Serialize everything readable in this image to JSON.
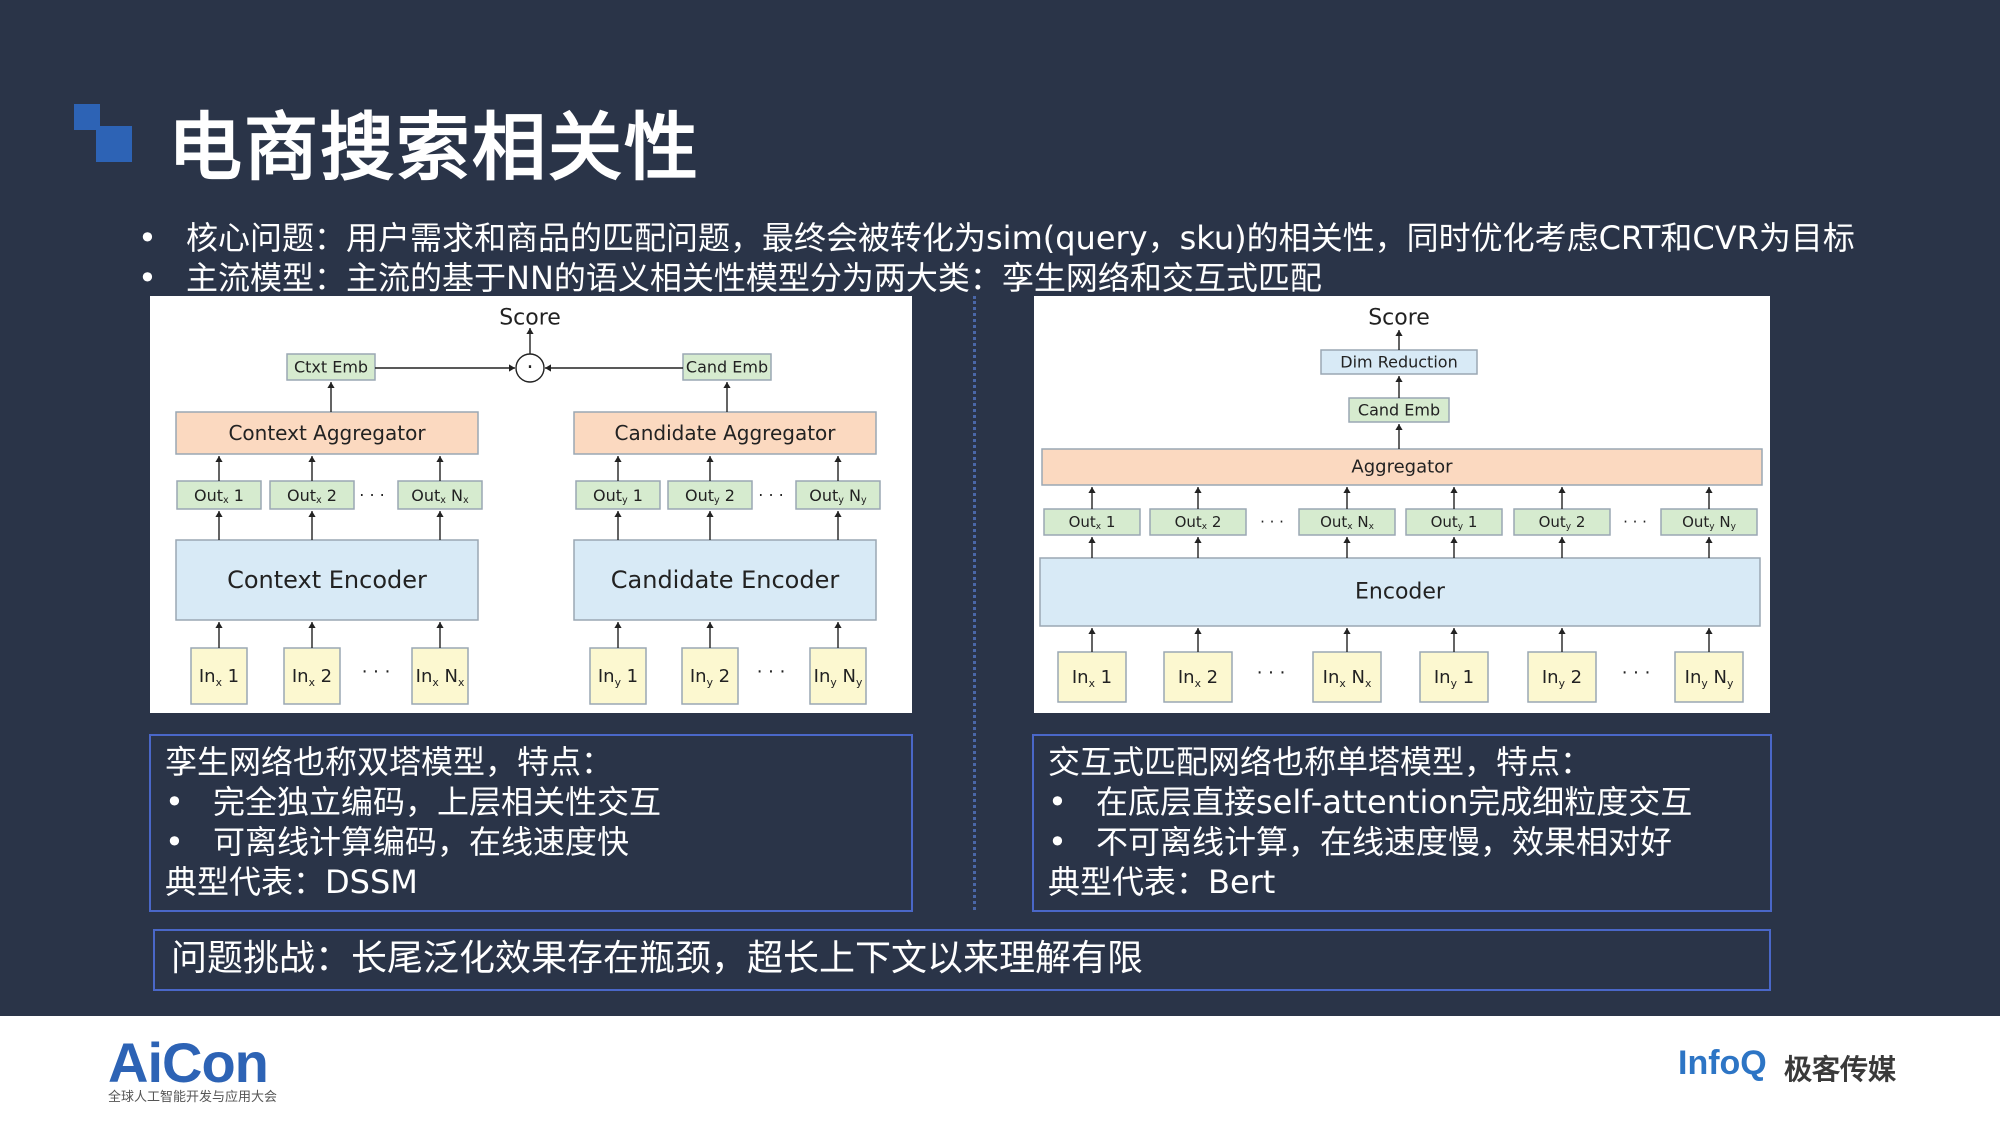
{
  "title": "电商搜索相关性",
  "bullets": [
    "核心问题：用户需求和商品的匹配问题，最终会被转化为sim(query，sku)的相关性，同时优化考虑CRT和CVR为目标",
    "主流模型：主流的基于NN的语义相关性模型分为两大类：孪生网络和交互式匹配"
  ],
  "bullet_marker": "•",
  "left_diagram": {
    "score": "Score",
    "ctxt_emb": "Ctxt Emb",
    "cand_emb": "Cand Emb",
    "dot_op": "·",
    "context_aggregator": "Context Aggregator",
    "candidate_aggregator": "Candidate Aggregator",
    "context_encoder": "Context Encoder",
    "candidate_encoder": "Candidate Encoder",
    "ellipsis": "· · ·",
    "ctx_outs": [
      {
        "base": "Out",
        "sub": "x",
        "idx": "1",
        "idxsub": ""
      },
      {
        "base": "Out",
        "sub": "x",
        "idx": "2",
        "idxsub": ""
      },
      {
        "base": "Out",
        "sub": "x",
        "idx": "N",
        "idxsub": "x"
      }
    ],
    "cand_outs": [
      {
        "base": "Out",
        "sub": "y",
        "idx": "1",
        "idxsub": ""
      },
      {
        "base": "Out",
        "sub": "y",
        "idx": "2",
        "idxsub": ""
      },
      {
        "base": "Out",
        "sub": "y",
        "idx": "N",
        "idxsub": "y"
      }
    ],
    "ctx_ins": [
      {
        "base": "In",
        "sub": "x",
        "idx": "1",
        "idxsub": ""
      },
      {
        "base": "In",
        "sub": "x",
        "idx": "2",
        "idxsub": ""
      },
      {
        "base": "In",
        "sub": "x",
        "idx": "N",
        "idxsub": "x"
      }
    ],
    "cand_ins": [
      {
        "base": "In",
        "sub": "y",
        "idx": "1",
        "idxsub": ""
      },
      {
        "base": "In",
        "sub": "y",
        "idx": "2",
        "idxsub": ""
      },
      {
        "base": "In",
        "sub": "y",
        "idx": "N",
        "idxsub": "y"
      }
    ]
  },
  "right_diagram": {
    "score": "Score",
    "dim_reduction": "Dim Reduction",
    "cand_emb": "Cand Emb",
    "aggregator": "Aggregator",
    "encoder": "Encoder",
    "ellipsis": "· · ·",
    "outs": [
      {
        "base": "Out",
        "sub": "x",
        "idx": "1",
        "idxsub": ""
      },
      {
        "base": "Out",
        "sub": "x",
        "idx": "2",
        "idxsub": ""
      },
      {
        "base": "Out",
        "sub": "x",
        "idx": "N",
        "idxsub": "x"
      },
      {
        "base": "Out",
        "sub": "y",
        "idx": "1",
        "idxsub": ""
      },
      {
        "base": "Out",
        "sub": "y",
        "idx": "2",
        "idxsub": ""
      },
      {
        "base": "Out",
        "sub": "y",
        "idx": "N",
        "idxsub": "y"
      }
    ],
    "ins": [
      {
        "base": "In",
        "sub": "x",
        "idx": "1",
        "idxsub": ""
      },
      {
        "base": "In",
        "sub": "x",
        "idx": "2",
        "idxsub": ""
      },
      {
        "base": "In",
        "sub": "x",
        "idx": "N",
        "idxsub": "x"
      },
      {
        "base": "In",
        "sub": "y",
        "idx": "1",
        "idxsub": ""
      },
      {
        "base": "In",
        "sub": "y",
        "idx": "2",
        "idxsub": ""
      },
      {
        "base": "In",
        "sub": "y",
        "idx": "N",
        "idxsub": "y"
      }
    ]
  },
  "siamese_box": {
    "heading": "孪生网络也称双塔模型，特点：",
    "items": [
      "完全独立编码，上层相关性交互",
      "可离线计算编码，在线速度快"
    ],
    "representative": "典型代表：DSSM"
  },
  "interactive_box": {
    "heading": "交互式匹配网络也称单塔模型，特点：",
    "items": [
      "在底层直接self-attention完成细粒度交互",
      "不可离线计算，在线速度慢，效果相对好"
    ],
    "representative": "典型代表：Bert"
  },
  "challenge": "问题挑战：长尾泛化效果存在瓶颈，超长上下文以来理解有限",
  "footer": {
    "aicon_logo": "AiCon",
    "aicon_subtitle": "全球人工智能开发与应用大会",
    "infoq_logo": "InfoQ",
    "geek_logo": "极客传媒"
  },
  "colors": {
    "background": "#2a3448",
    "accent": "#2d63b5",
    "aggregator_fill": "#fbd9c0",
    "encoder_fill": "#d8eaf6",
    "token_fill": "#d6ebcf",
    "input_fill": "#fcf8d0"
  }
}
